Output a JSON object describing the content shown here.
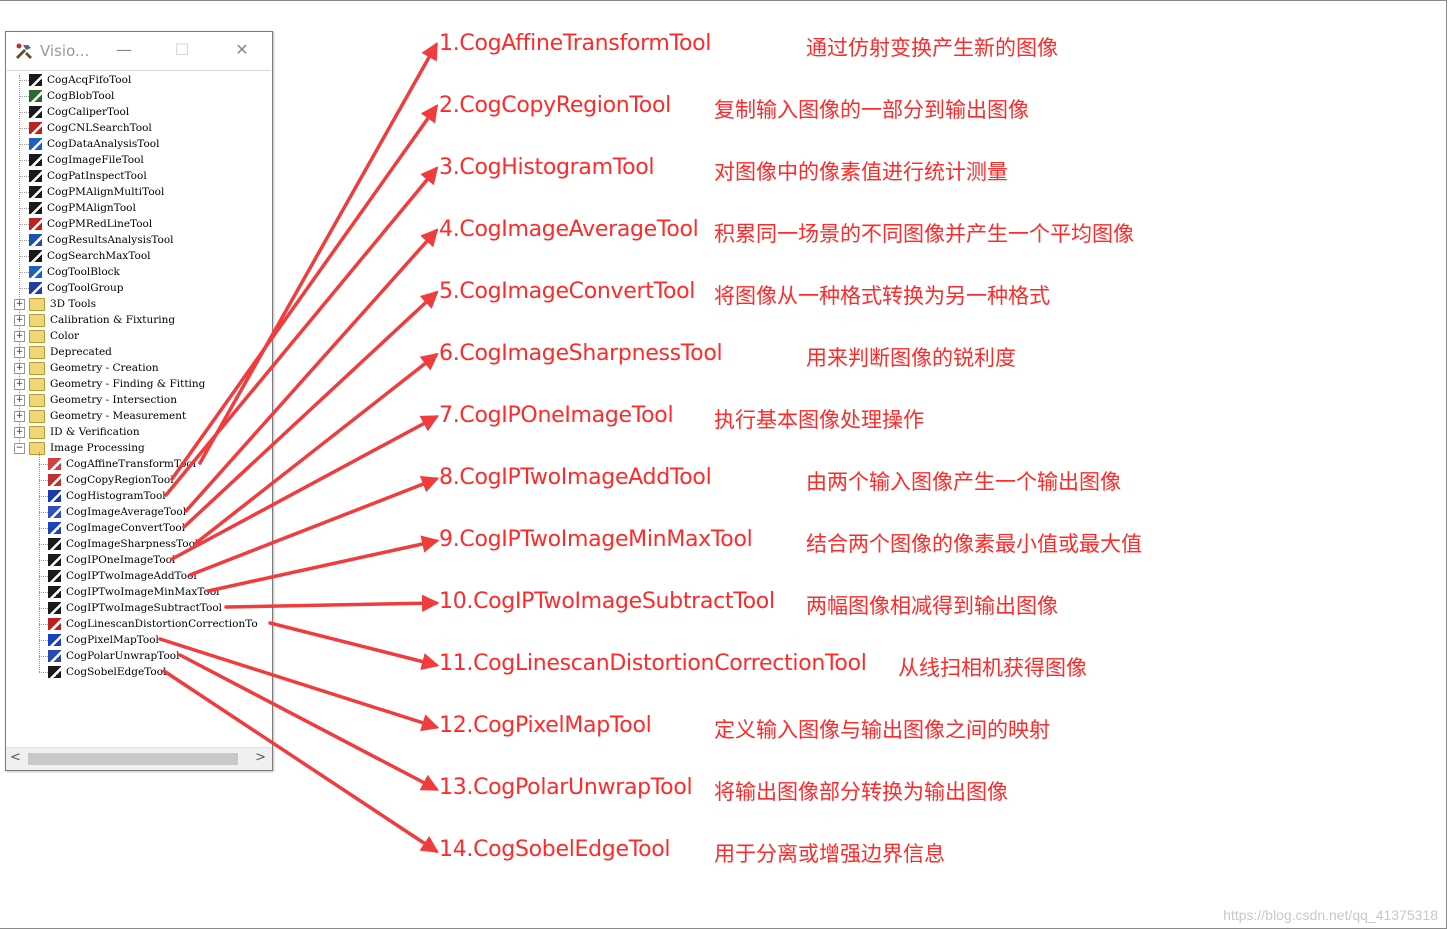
{
  "window": {
    "title": "Visio...",
    "minimize": "—",
    "maximize": "☐",
    "close": "✕"
  },
  "tree": {
    "top_items": [
      {
        "label": "CogAcqFifoTool",
        "icon": "acq-fifo-icon",
        "color": "#000000"
      },
      {
        "label": "CogBlobTool",
        "icon": "blob-icon",
        "color": "#000000"
      },
      {
        "label": "CogCaliperTool",
        "icon": "caliper-icon",
        "color": "#000000"
      },
      {
        "label": "CogCNLSearchTool",
        "icon": "cnl-search-icon",
        "color": "#000000"
      },
      {
        "label": "CogDataAnalysisTool",
        "icon": "data-analysis-icon",
        "color": "#000000"
      },
      {
        "label": "CogImageFileTool",
        "icon": "image-file-icon",
        "color": "#000000"
      },
      {
        "label": "CogPatInspectTool",
        "icon": "pat-inspect-icon",
        "color": "#000000"
      },
      {
        "label": "CogPMAlignMultiTool",
        "icon": "pmalign-multi-icon",
        "color": "#000000"
      },
      {
        "label": "CogPMAlignTool",
        "icon": "pmalign-icon",
        "color": "#000000"
      },
      {
        "label": "CogPMRedLineTool",
        "icon": "pm-redline-icon",
        "color": "#000000"
      },
      {
        "label": "CogResultsAnalysisTool",
        "icon": "results-analysis-icon",
        "color": "#000000"
      },
      {
        "label": "CogSearchMaxTool",
        "icon": "search-max-icon",
        "color": "#000000"
      },
      {
        "label": "CogToolBlock",
        "icon": "tool-block-icon",
        "color": "#000000"
      },
      {
        "label": "CogToolGroup",
        "icon": "tool-group-icon",
        "color": "#000000"
      }
    ],
    "folders": [
      {
        "label": "3D Tools",
        "expanded": false
      },
      {
        "label": "Calibration & Fixturing",
        "expanded": false
      },
      {
        "label": "Color",
        "expanded": false
      },
      {
        "label": "Deprecated",
        "expanded": false
      },
      {
        "label": "Geometry - Creation",
        "expanded": false
      },
      {
        "label": "Geometry - Finding & Fitting",
        "expanded": false
      },
      {
        "label": "Geometry - Intersection",
        "expanded": false
      },
      {
        "label": "Geometry - Measurement",
        "expanded": false
      },
      {
        "label": "ID & Verification",
        "expanded": false
      },
      {
        "label": "Image Processing",
        "expanded": true
      }
    ],
    "image_processing_items": [
      {
        "label": "CogAffineTransformTool",
        "icon": "affine-transform-icon"
      },
      {
        "label": "CogCopyRegionTool",
        "icon": "copy-region-icon"
      },
      {
        "label": "CogHistogramTool",
        "icon": "histogram-icon"
      },
      {
        "label": "CogImageAverageTool",
        "icon": "image-average-icon"
      },
      {
        "label": "CogImageConvertTool",
        "icon": "image-convert-icon"
      },
      {
        "label": "CogImageSharpnessTool",
        "icon": "image-sharpness-icon"
      },
      {
        "label": "CogIPOneImageTool",
        "icon": "ip-one-image-icon"
      },
      {
        "label": "CogIPTwoImageAddTool",
        "icon": "ip-two-image-add-icon"
      },
      {
        "label": "CogIPTwoImageMinMaxTool",
        "icon": "ip-two-image-minmax-icon"
      },
      {
        "label": "CogIPTwoImageSubtractTool",
        "icon": "ip-two-image-subtract-icon"
      },
      {
        "label": "CogLinescanDistortionCorrectionTo",
        "icon": "linescan-correction-icon"
      },
      {
        "label": "CogPixelMapTool",
        "icon": "pixel-map-icon"
      },
      {
        "label": "CogPolarUnwrapTool",
        "icon": "polar-unwrap-icon"
      },
      {
        "label": "CogSobelEdgeTool",
        "icon": "sobel-edge-icon"
      }
    ]
  },
  "annotations": [
    {
      "name": "1.CogAffineTransformTool",
      "desc": "通过仿射变换产生新的图像"
    },
    {
      "name": "2.CogCopyRegionTool",
      "desc": "复制输入图像的一部分到输出图像"
    },
    {
      "name": "3.CogHistogramTool",
      "desc": "对图像中的像素值进行统计测量"
    },
    {
      "name": "4.CogImageAverageTool",
      "desc": "积累同一场景的不同图像并产生一个平均图像"
    },
    {
      "name": "5.CogImageConvertTool",
      "desc": "将图像从一种格式转换为另一种格式"
    },
    {
      "name": "6.CogImageSharpnessTool",
      "desc": "用来判断图像的锐利度"
    },
    {
      "name": "7.CogIPOneImageTool",
      "desc": "执行基本图像处理操作"
    },
    {
      "name": "8.CogIPTwoImageAddTool",
      "desc": "由两个输入图像产生一个输出图像"
    },
    {
      "name": "9.CogIPTwoImageMinMaxTool",
      "desc": "结合两个图像的像素最小值或最大值"
    },
    {
      "name": "10.CogIPTwoImageSubtractTool",
      "desc": "两幅图像相减得到输出图像"
    },
    {
      "name": "11.CogLinescanDistortionCorrectionTool",
      "desc": "从线扫相机获得图像"
    },
    {
      "name": "12.CogPixelMapTool",
      "desc": "定义输入图像与输出图像之间的映射"
    },
    {
      "name": "13.CogPolarUnwrapTool",
      "desc": "将输出图像部分转换为输出图像"
    },
    {
      "name": "14.CogSobelEdgeTool",
      "desc": "用于分离或增强边界信息"
    }
  ],
  "colors": {
    "annotation": "#ff2a2a",
    "arrow": "#f03c3c"
  },
  "watermark": "https://blog.csdn.net/qq_41375318"
}
